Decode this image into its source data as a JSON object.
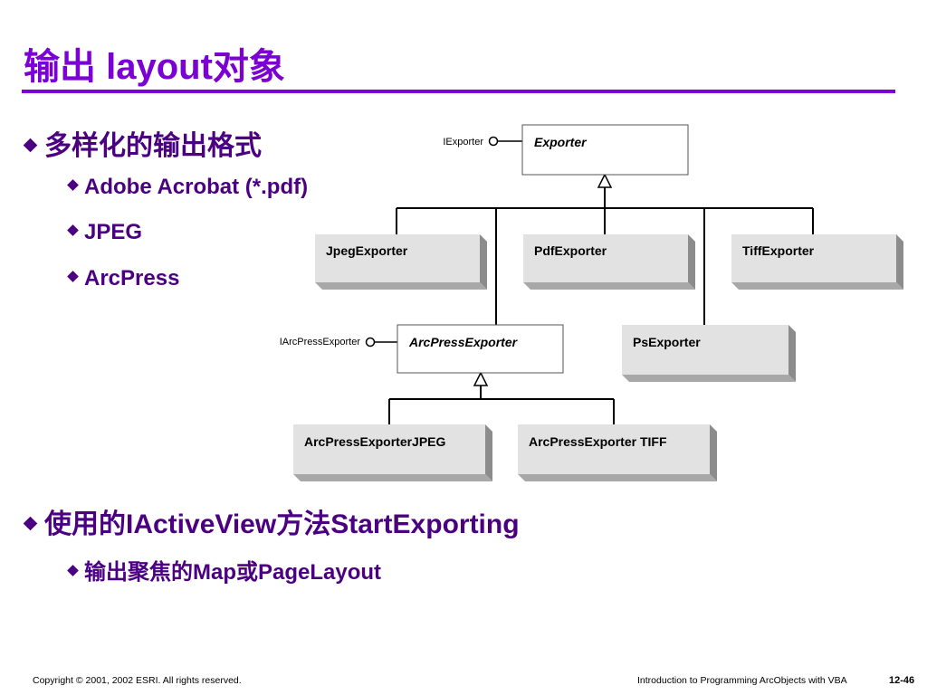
{
  "slide": {
    "title": "输出 layout对象",
    "colors": {
      "accent": "#7b00d4",
      "bullet_text": "#4b0082"
    },
    "bullets": [
      {
        "text": "多样化的输出格式",
        "sub": [
          "Adobe Acrobat (*.pdf)",
          "JPEG",
          "ArcPress"
        ]
      },
      {
        "text": "使用的IActiveView方法StartExporting",
        "sub": [
          "输出聚焦的Map或PageLayout"
        ]
      }
    ],
    "footer": {
      "copyright": "Copyright © 2001, 2002 ESRI.  All rights reserved.",
      "course": "Introduction to Programming ArcObjects with VBA",
      "page": "12-46"
    }
  },
  "diagram": {
    "interfaces": {
      "exporter": "IExporter",
      "arcpress": "IArcPressExporter"
    },
    "abstract_classes": {
      "exporter": "Exporter",
      "arcpress": "ArcPressExporter"
    },
    "classes": {
      "jpeg": "JpegExporter",
      "pdf": "PdfExporter",
      "tiff": "TiffExporter",
      "ps": "PsExporter",
      "arcpress_jpeg": "ArcPressExporterJPEG",
      "arcpress_tiff": "ArcPressExporter TIFF"
    }
  }
}
